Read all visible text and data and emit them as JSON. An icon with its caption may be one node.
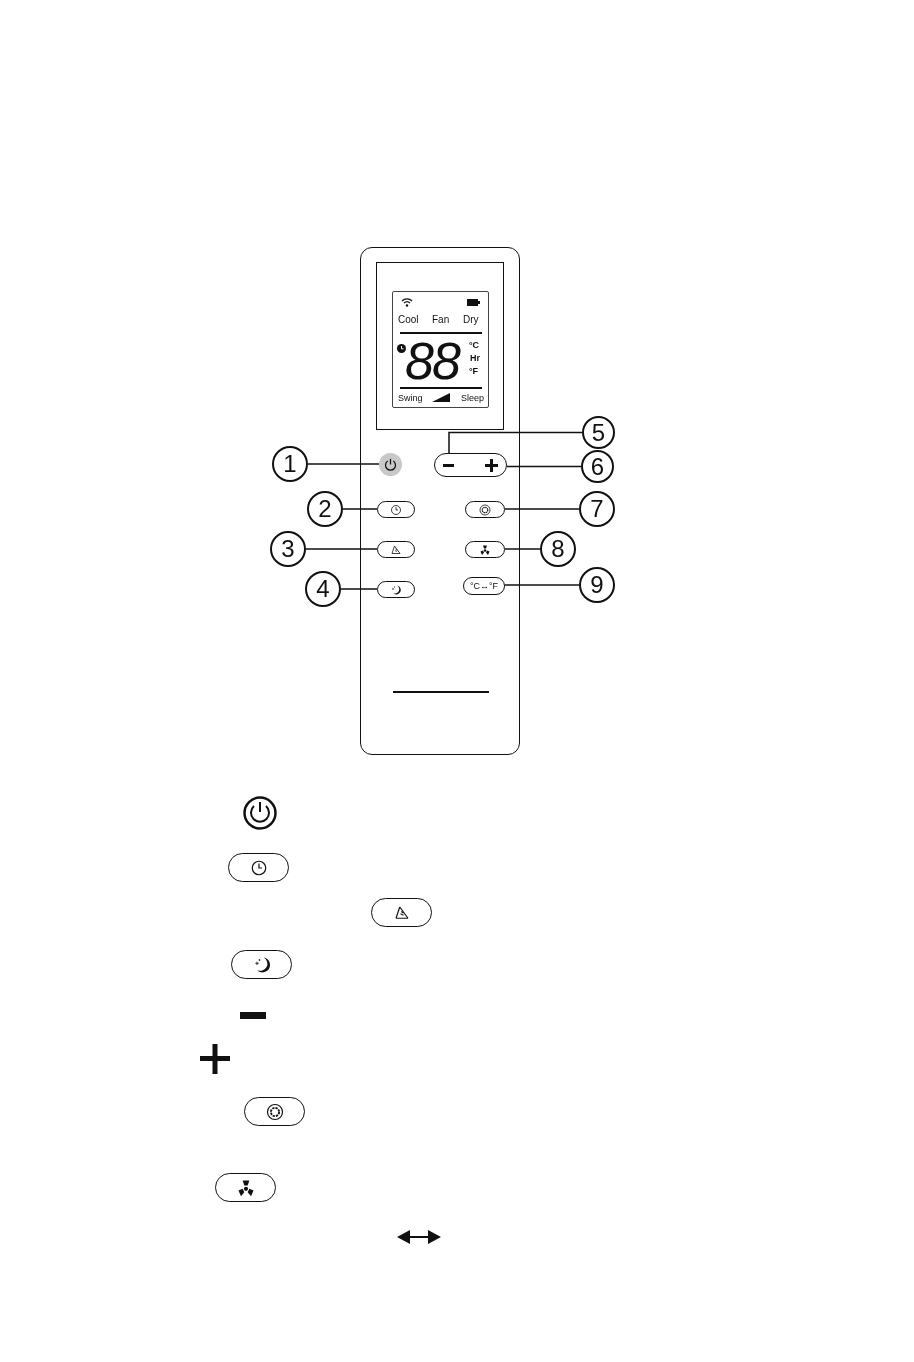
{
  "diagram": {
    "nodes": [
      {
        "text": [
          "1"
        ]
      },
      {
        "text": [],
        "shape": "circle"
      },
      {
        "text": [
          "5"
        ]
      },
      {
        "text": [
          "6"
        ]
      },
      {
        "text": [],
        "shape": "button"
      },
      {
        "text": [
          "2"
        ]
      },
      {
        "text": [],
        "shape": "button"
      },
      {
        "text": [],
        "shape": "button"
      },
      {
        "text": [
          "7"
        ]
      },
      {
        "text": [
          "3"
        ]
      },
      {
        "text": [],
        "shape": "button"
      },
      {
        "text": [],
        "shape": "button"
      },
      {
        "text": [
          "8"
        ]
      },
      {
        "text": [
          "4"
        ]
      },
      {
        "text": [],
        "shape": "button"
      },
      {
        "text": [
          "°C↔°F"
        ]
      },
      {
        "text": [
          "9"
        ]
      }
    ],
    "edges": [
      {
        "from": 0,
        "to": 1,
        "arrow": "none"
      },
      {
        "from": 2,
        "to": 4,
        "arrow": "none"
      },
      {
        "from": 3,
        "to": 4,
        "arrow": "none"
      },
      {
        "from": 5,
        "to": 6,
        "arrow": "none"
      },
      {
        "from": 8,
        "to": 7,
        "arrow": "none"
      },
      {
        "from": 9,
        "to": 10,
        "arrow": "none"
      },
      {
        "from": 12,
        "to": 11,
        "arrow": "none"
      },
      {
        "from": 13,
        "to": 14,
        "arrow": "none"
      },
      {
        "from": 16,
        "to": 15,
        "arrow": "none"
      }
    ],
    "labels": [
      "Cool",
      "Fan",
      "Dry",
      "88",
      "°C",
      "Hr",
      "°F",
      "Swing",
      "Sleep"
    ]
  }
}
